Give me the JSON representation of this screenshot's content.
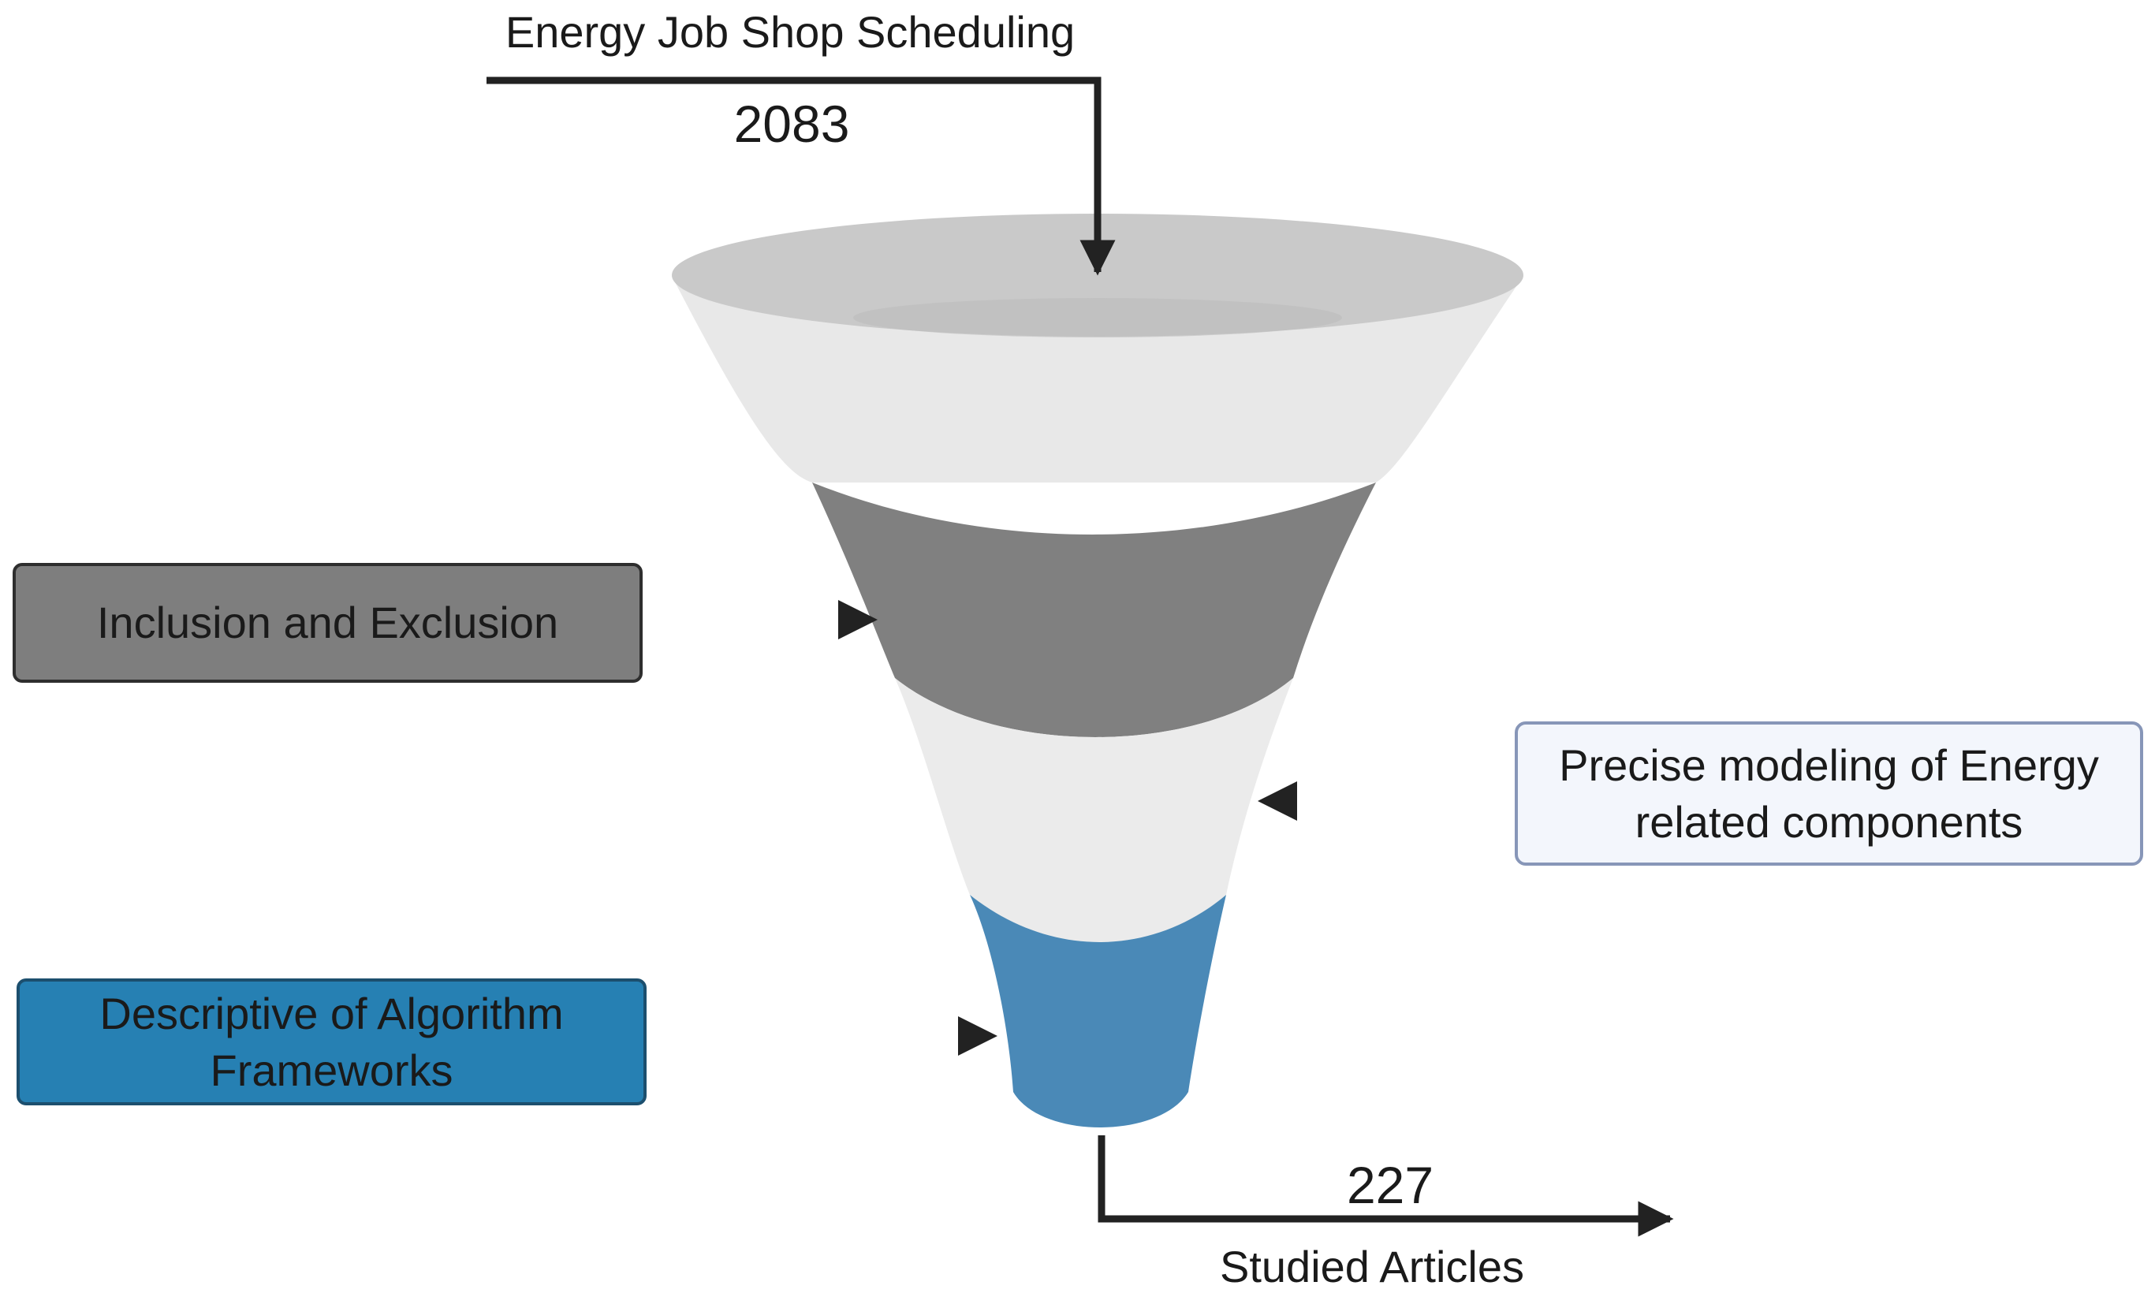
{
  "top": {
    "title": "Energy Job Shop Scheduling",
    "count": "2083"
  },
  "stages": [
    {
      "label_lines": [
        "Inclusion and Exclusion"
      ]
    },
    {
      "label_lines": [
        "Precise modeling of Energy",
        "related components"
      ]
    },
    {
      "label_lines": [
        "Descriptive of Algorithm",
        "Frameworks"
      ]
    }
  ],
  "bottom": {
    "count": "227",
    "label": "Studied Articles"
  },
  "colors": {
    "funnel_rim": "#c9c9c9",
    "funnel_light": "#e8e8e8",
    "funnel_dark": "#808080",
    "funnel_blue": "#4a89b7",
    "box_inclusion": "#7e7e7e",
    "box_precise": "#f3f6fc",
    "box_descriptive": "#2680b3",
    "arrow": "#222222"
  }
}
